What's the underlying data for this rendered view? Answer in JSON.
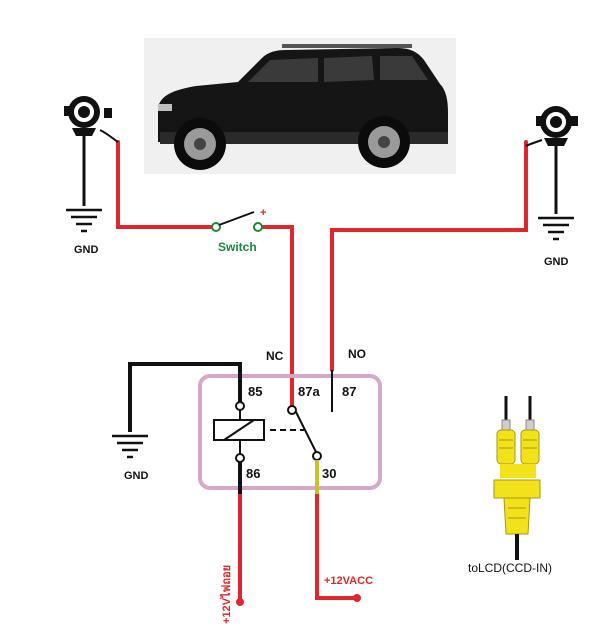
{
  "labels": {
    "gnd_left": "GND",
    "gnd_right": "GND",
    "gnd_relay": "GND",
    "switch": "Switch",
    "switch_plus": "+",
    "nc": "NC",
    "no": "NO",
    "pin_85": "85",
    "pin_86": "86",
    "pin_87a": "87a",
    "pin_87": "87",
    "pin_30": "30",
    "v12_acc": "+12VACC",
    "v12_reverse": "+12Vไฟถอย",
    "to_lcd": "toLCD(CCD-IN)"
  },
  "colors": {
    "red_wire": "#e0262b",
    "black_wire": "#111111",
    "green_text": "#1a8a3a",
    "red_text": "#e0262b",
    "relay_box": "#d6a8c8",
    "rca_yellow": "#f2e21c"
  },
  "icons": {
    "camera_left": "camera-icon",
    "camera_right": "camera-icon",
    "car": "suv-car-image",
    "ground": "ground-symbol-icon",
    "rca": "rca-connector-icon"
  }
}
